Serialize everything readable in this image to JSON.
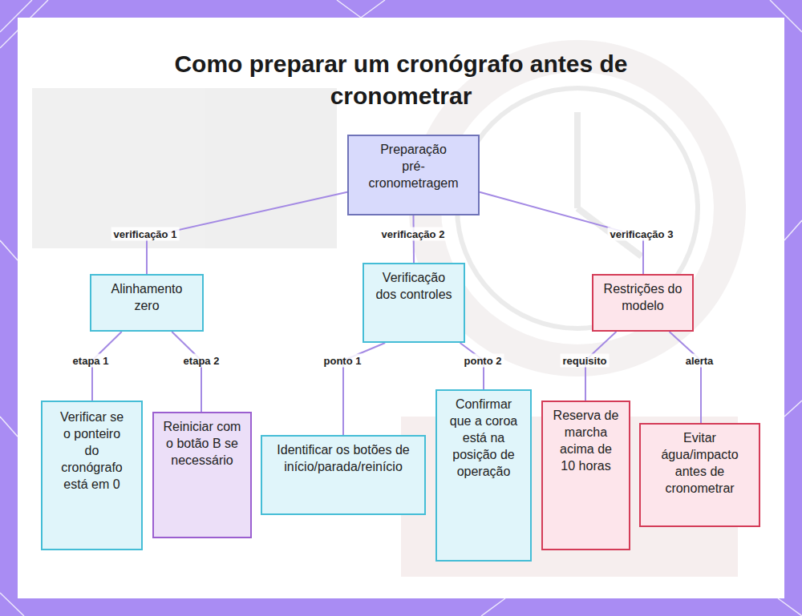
{
  "diagram": {
    "title": "Como preparar um cronógrafo antes de cronometrar",
    "nodes": [
      {
        "text": [
          "Preparação pré-cronometragem"
        ]
      },
      {
        "text": [
          "Alinhamento zero"
        ]
      },
      {
        "text": [
          "Verificação dos controles"
        ]
      },
      {
        "text": [
          "Restrições do modelo"
        ]
      },
      {
        "text": [
          "Verificar se o ponteiro do cronógrafo está em 0"
        ]
      },
      {
        "text": [
          "Reiniciar com o botão B se necessário"
        ]
      },
      {
        "text": [
          "Identificar os botões de início/parada/reinício"
        ]
      },
      {
        "text": [
          "Confirmar que a coroa está na posição de operação"
        ]
      },
      {
        "text": [
          "Reserva de marcha acima de 10 horas"
        ]
      },
      {
        "text": [
          "Evitar água/impacto antes de cronometrar"
        ]
      }
    ],
    "edges": [
      {
        "from": 0,
        "to": 1,
        "label": "verificação 1",
        "arrow": "none"
      },
      {
        "from": 0,
        "to": 2,
        "label": "verificação 2",
        "arrow": "none"
      },
      {
        "from": 0,
        "to": 3,
        "label": "verificação 3",
        "arrow": "none"
      },
      {
        "from": 1,
        "to": 4,
        "label": "etapa 1",
        "arrow": "none"
      },
      {
        "from": 1,
        "to": 5,
        "label": "etapa 2",
        "arrow": "none"
      },
      {
        "from": 2,
        "to": 6,
        "label": "ponto 1",
        "arrow": "none"
      },
      {
        "from": 2,
        "to": 7,
        "label": "ponto 2",
        "arrow": "none"
      },
      {
        "from": 3,
        "to": 8,
        "label": "requisito",
        "arrow": "none"
      },
      {
        "from": 3,
        "to": 9,
        "label": "alerta",
        "arrow": "none"
      }
    ]
  }
}
